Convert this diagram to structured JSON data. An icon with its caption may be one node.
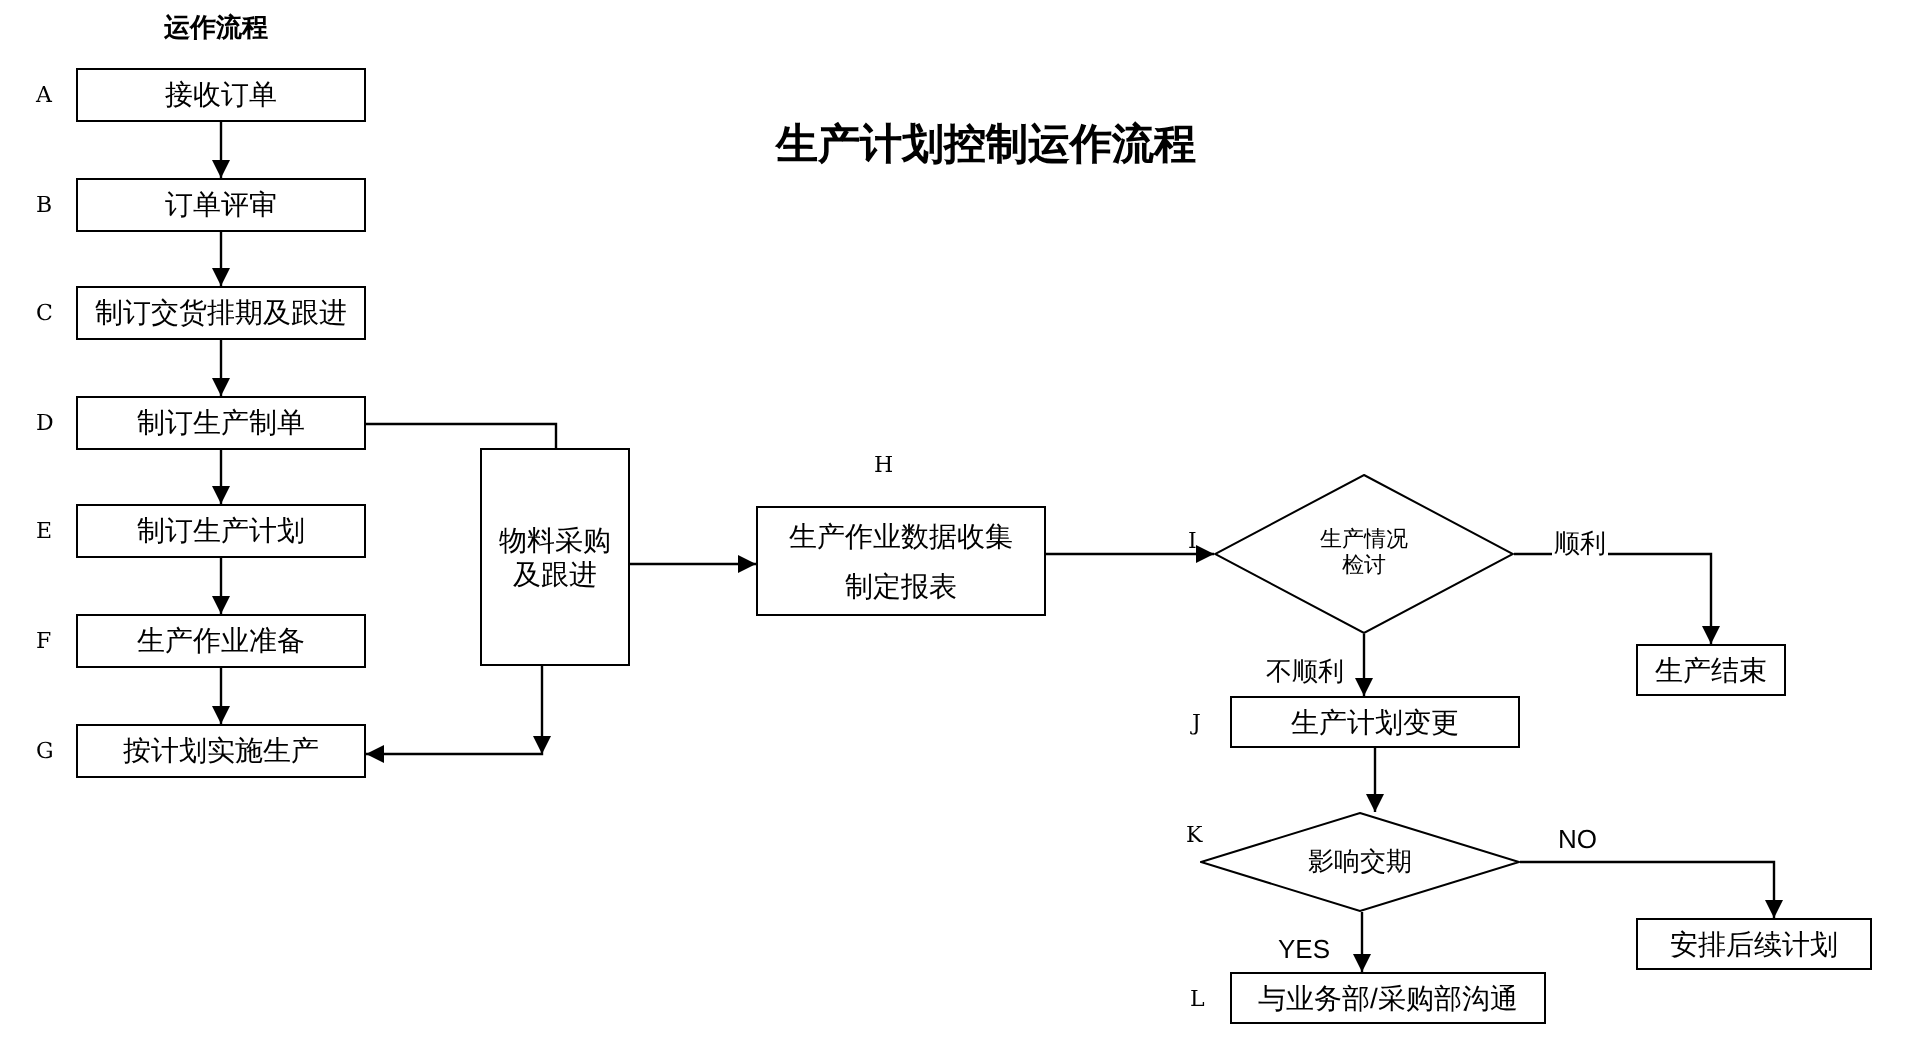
{
  "diagram": {
    "title": "生产计划控制运作流程",
    "nodes": [
      {
        "text": [
          "接收订单"
        ],
        "beside": [
          "A"
        ]
      },
      {
        "text": [
          "订单评审"
        ],
        "beside": [
          "B"
        ]
      },
      {
        "text": [
          "制订交货排期及跟进"
        ],
        "beside": [
          "C"
        ]
      },
      {
        "text": [
          "制订生产制单"
        ],
        "beside": [
          "D"
        ]
      },
      {
        "text": [
          "制订生产计划"
        ],
        "beside": [
          "E"
        ]
      },
      {
        "text": [
          "生产作业准备"
        ],
        "beside": [
          "F"
        ]
      },
      {
        "text": [
          "按计划实施生产"
        ],
        "beside": [
          "G"
        ]
      },
      {
        "text": [
          "物料采购及跟进"
        ]
      },
      {
        "text": [
          "生产作业数据收集",
          "制定报表"
        ],
        "beside": [
          "H"
        ]
      },
      {
        "text": [
          "生产情况检讨"
        ],
        "beside": [
          "I"
        ]
      },
      {
        "text": [
          "生产结束"
        ]
      },
      {
        "text": [
          "生产计划变更"
        ],
        "beside": [
          "J"
        ]
      },
      {
        "text": [
          "影响交期"
        ],
        "beside": [
          "K"
        ]
      },
      {
        "text": [
          "安排后续计划"
        ]
      },
      {
        "text": [
          "与业务部/采购部沟通"
        ],
        "beside": [
          "L"
        ]
      }
    ],
    "edges": [
      {
        "from": 0,
        "to": 1,
        "arrow": "to"
      },
      {
        "from": 1,
        "to": 2,
        "arrow": "to"
      },
      {
        "from": 2,
        "to": 3,
        "arrow": "to"
      },
      {
        "from": 3,
        "to": 4,
        "arrow": "to"
      },
      {
        "from": 4,
        "to": 5,
        "arrow": "to"
      },
      {
        "from": 5,
        "to": 6,
        "arrow": "to"
      },
      {
        "from": 3,
        "to": 7,
        "arrow": "none"
      },
      {
        "from": 7,
        "to": 6,
        "arrow": "to"
      },
      {
        "from": 7,
        "to": 8,
        "arrow": "to"
      },
      {
        "from": 8,
        "to": 9,
        "arrow": "to"
      },
      {
        "from": 9,
        "to": 10,
        "arrow": "to",
        "label": "顺利"
      },
      {
        "from": 9,
        "to": 11,
        "arrow": "to",
        "label": "不顺利"
      },
      {
        "from": 11,
        "to": 12,
        "arrow": "to"
      },
      {
        "from": 12,
        "to": 13,
        "arrow": "to",
        "label": "NO"
      },
      {
        "from": 12,
        "to": 14,
        "arrow": "to",
        "label": "YES"
      }
    ],
    "labels": [
      "运作流程"
    ]
  }
}
